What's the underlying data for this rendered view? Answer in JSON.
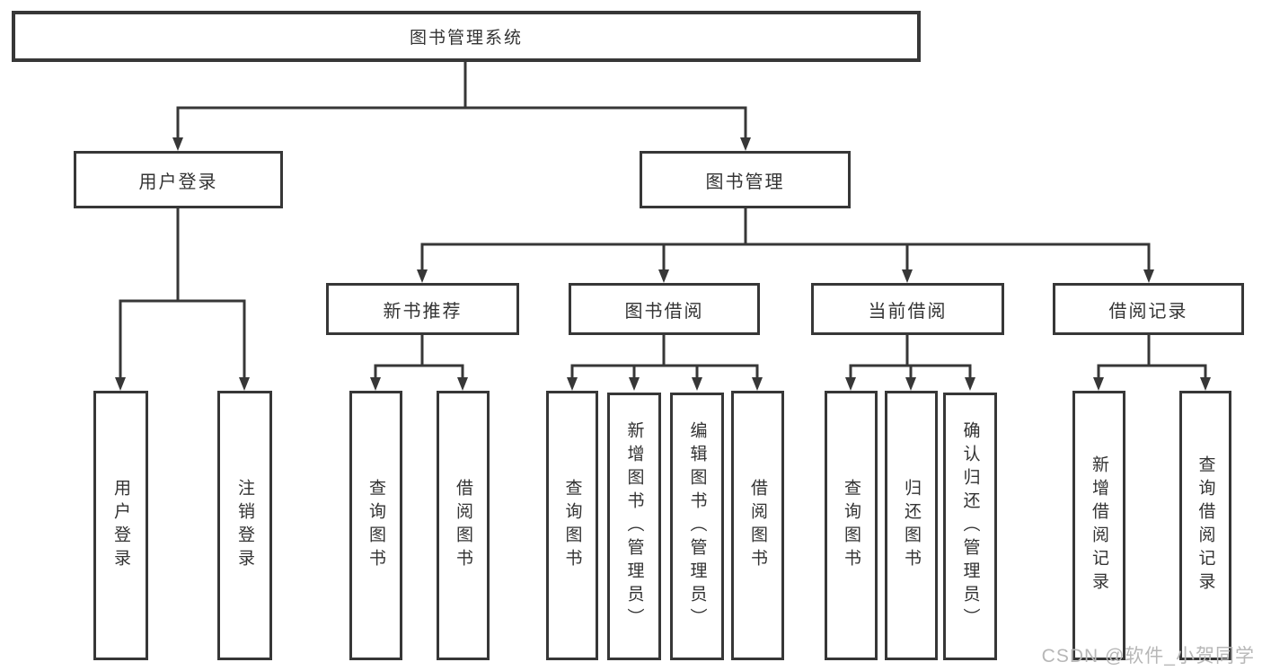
{
  "diagram_type": "hierarchy-tree",
  "nodes": {
    "root": "图书管理系统",
    "user_login": "用户登录",
    "book_mgmt": "图书管理",
    "new_book_rec": "新书推荐",
    "book_borrow": "图书借阅",
    "current_borrow": "当前借阅",
    "borrow_records": "借阅记录",
    "leaf_user_login": "用户登录",
    "leaf_logout": "注销登录",
    "leaf_query_book_1": "查询图书",
    "leaf_borrow_book_1": "借阅图书",
    "leaf_query_book_2": "查询图书",
    "leaf_add_book_admin": "新增图书（管理员）",
    "leaf_edit_book_admin": "编辑图书（管理员）",
    "leaf_borrow_book_2": "借阅图书",
    "leaf_query_book_3": "查询图书",
    "leaf_return_book": "归还图书",
    "leaf_confirm_return_admin": "确认归还（管理员）",
    "leaf_add_borrow_record": "新增借阅记录",
    "leaf_query_borrow_record": "查询借阅记录"
  },
  "hierarchy": {
    "图书管理系统": {
      "用户登录": [
        "用户登录",
        "注销登录"
      ],
      "图书管理": {
        "新书推荐": [
          "查询图书",
          "借阅图书"
        ],
        "图书借阅": [
          "查询图书",
          "新增图书（管理员）",
          "编辑图书（管理员）",
          "借阅图书"
        ],
        "当前借阅": [
          "查询图书",
          "归还图书",
          "确认归还（管理员）"
        ],
        "借阅记录": [
          "新增借阅记录",
          "查询借阅记录"
        ]
      }
    }
  },
  "watermark": {
    "text": "CSDN @软件_小贺同学"
  },
  "colors": {
    "line": "#373737",
    "box_border": "#373737",
    "text": "#333333",
    "background": "#ffffff",
    "watermark": "#b7b7b7"
  }
}
